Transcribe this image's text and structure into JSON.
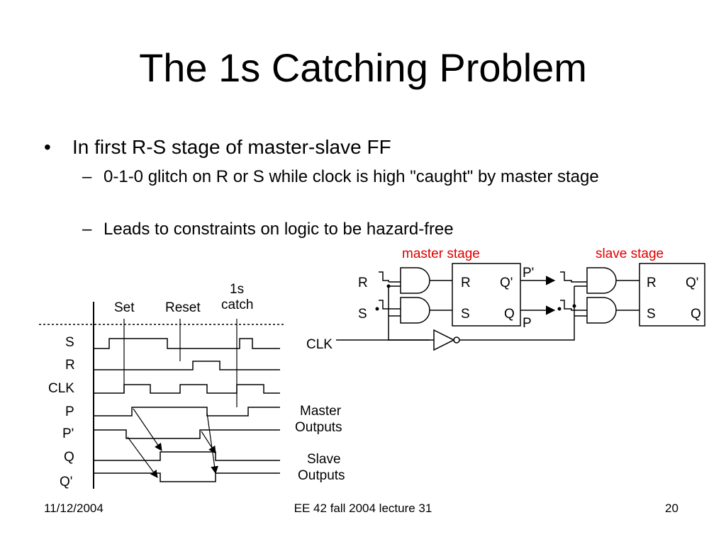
{
  "slide": {
    "title": "The 1s Catching Problem",
    "bullet": "In first R-S stage of master-slave FF",
    "sub_bullets": [
      "0-1-0 glitch on R or S while clock is high \"caught\" by master stage",
      "Leads to constraints on logic to be hazard-free"
    ],
    "bullet_symbol": "•",
    "dash_symbol": "–"
  },
  "circuit": {
    "master_label": "master stage",
    "slave_label": "slave stage",
    "label_color": "#e00000",
    "input_r": "R",
    "input_s": "S",
    "clk": "CLK",
    "master_r": "R",
    "master_s": "S",
    "master_qbar": "Q'",
    "master_q": "Q",
    "out_pbar": "P'",
    "out_p": "P",
    "slave_r": "R",
    "slave_s": "S",
    "slave_qbar": "Q'",
    "slave_q": "Q"
  },
  "timing": {
    "signals": [
      "S",
      "R",
      "CLK",
      "P",
      "P'",
      "Q",
      "Q'"
    ],
    "markers": [
      "Set",
      "Reset",
      "1s",
      "catch"
    ],
    "master_outputs": [
      "Master",
      "Outputs"
    ],
    "slave_outputs": [
      "Slave",
      "Outputs"
    ]
  },
  "footer": {
    "date": "11/12/2004",
    "course": "EE 42 fall 2004 lecture 31",
    "page": "20"
  }
}
